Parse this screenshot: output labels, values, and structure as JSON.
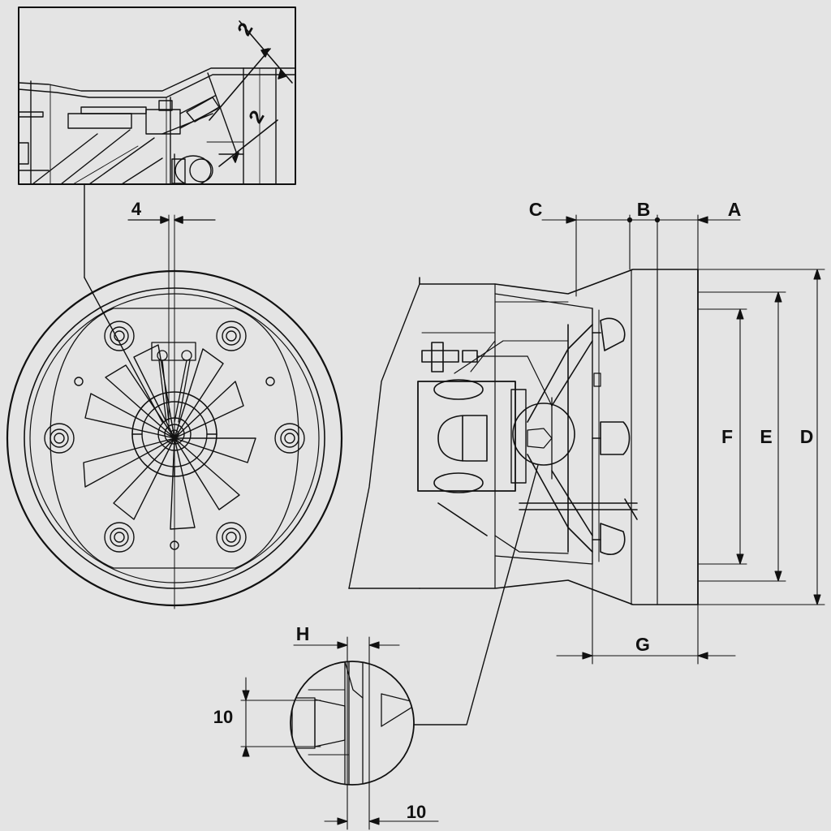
{
  "diagram": {
    "background": "#e4e4e4",
    "line_color": "#111111",
    "labels": {
      "top_detail_upper": "2",
      "top_detail_lower": "2",
      "front_offset": "4",
      "A": "A",
      "B": "B",
      "C": "C",
      "D": "D",
      "E": "E",
      "F": "F",
      "G": "G",
      "H": "H",
      "detail_vertical": "10",
      "detail_horizontal": "10"
    }
  }
}
